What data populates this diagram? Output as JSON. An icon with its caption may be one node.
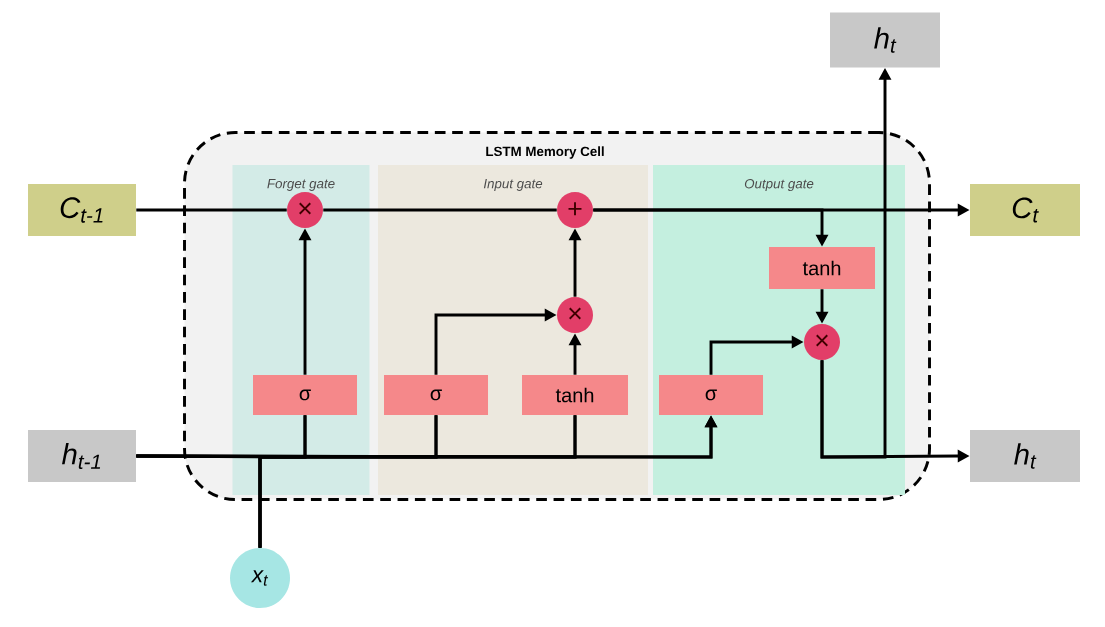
{
  "diagram": {
    "nodes": [
      {
        "text": [
          "LSTM Memory Cell"
        ]
      },
      {
        "text": [
          "Forget gate"
        ],
        "in": 0
      },
      {
        "text": [
          "Input gate"
        ],
        "in": 0
      },
      {
        "text": [
          "Output gate"
        ],
        "in": 0
      },
      {
        "text": [
          "C$_{t-1}$"
        ]
      },
      {
        "text": [
          "h$_{t-1}$"
        ]
      },
      {
        "text": [
          "x$_{t}$"
        ]
      },
      {
        "text": [
          "C$_{t}$"
        ]
      },
      {
        "text": [
          "h$_{t}$"
        ]
      },
      {
        "text": [
          "h$_{t}$"
        ]
      },
      {
        "text": [
          "×"
        ],
        "in": 1
      },
      {
        "text": [
          "σ"
        ],
        "in": 1
      },
      {
        "text": [
          "σ"
        ],
        "in": 2
      },
      {
        "text": [
          "tanh"
        ],
        "in": 2
      },
      {
        "text": [
          "×"
        ],
        "in": 2
      },
      {
        "text": [
          "+"
        ],
        "in": 2
      },
      {
        "text": [
          "σ"
        ],
        "in": 3
      },
      {
        "text": [
          "tanh"
        ],
        "in": 3
      },
      {
        "text": [
          "×"
        ],
        "in": 3
      }
    ],
    "edges": [
      {
        "from": 4,
        "to": 10,
        "arrow": "none"
      },
      {
        "from": 10,
        "to": 15,
        "arrow": "none"
      },
      {
        "from": 15,
        "to": 7,
        "arrow": "to"
      },
      {
        "from": 15,
        "to": 17,
        "arrow": "to"
      },
      {
        "from": 5,
        "to": 11,
        "arrow": "none"
      },
      {
        "from": 5,
        "to": 12,
        "arrow": "none"
      },
      {
        "from": 5,
        "to": 13,
        "arrow": "none"
      },
      {
        "from": 5,
        "to": 16,
        "arrow": "to"
      },
      {
        "from": 6,
        "to": 11,
        "arrow": "none"
      },
      {
        "from": 6,
        "to": 12,
        "arrow": "none"
      },
      {
        "from": 6,
        "to": 13,
        "arrow": "none"
      },
      {
        "from": 6,
        "to": 16,
        "arrow": "to"
      },
      {
        "from": 11,
        "to": 10,
        "arrow": "to"
      },
      {
        "from": 12,
        "to": 14,
        "arrow": "to"
      },
      {
        "from": 13,
        "to": 14,
        "arrow": "to"
      },
      {
        "from": 14,
        "to": 15,
        "arrow": "to"
      },
      {
        "from": 16,
        "to": 18,
        "arrow": "to"
      },
      {
        "from": 17,
        "to": 18,
        "arrow": "to"
      },
      {
        "from": 18,
        "to": 8,
        "arrow": "to"
      },
      {
        "from": 18,
        "to": 9,
        "arrow": "to"
      }
    ]
  }
}
